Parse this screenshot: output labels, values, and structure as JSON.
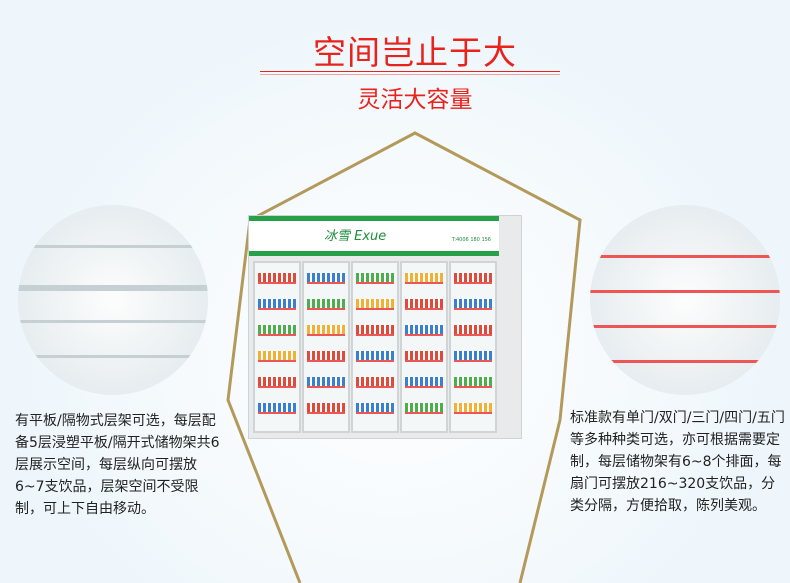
{
  "header": {
    "title": "空间岂止于大",
    "subtitle": "灵活大容量"
  },
  "product": {
    "logo_text": "冰雪 Exue",
    "phone": "T:4006 180 156"
  },
  "left_feature": {
    "text": "有平板/隔物式层架可选，每层配备5层浸塑平板/隔开式储物架共6层展示空间，每层纵向可摆放6~7支饮品，层架空间不受限制，可上下自由移动。"
  },
  "right_feature": {
    "text": "标准款有单门/双门/三门/四门/五门等多种种类可选，亦可根据需要定制，每层储物架有6~8个排面，每扇门可摆放216~320支饮品，分类分隔，方便拾取，陈列美观。"
  },
  "colors": {
    "accent": "#e8231b",
    "frame": "#b39a5a",
    "brand_green": "#28a04a"
  }
}
